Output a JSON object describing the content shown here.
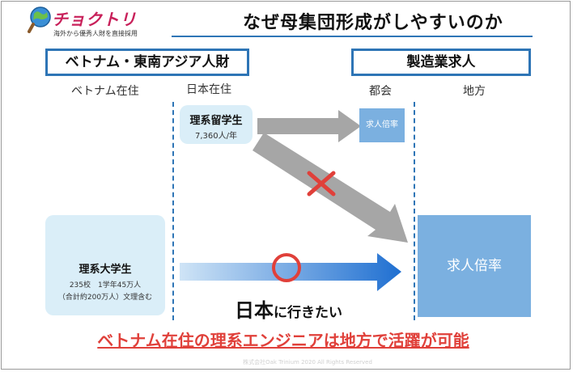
{
  "logo": {
    "name": "チョクトリ",
    "tagline": "海外から優秀人財を直接採用"
  },
  "title": "なぜ母集団形成がしやすいのか",
  "left_header": "ベトナム・東南アジア人財",
  "right_header": "製造業求人",
  "labels": {
    "vn_resident": "ベトナム在住",
    "jp_resident": "日本在住",
    "city": "都会",
    "rural": "地方"
  },
  "students_abroad": {
    "title": "理系留学生",
    "count": "7,360人/年"
  },
  "small_box": "求人倍率",
  "big_box": "求人倍率",
  "university": {
    "title": "理系大学生",
    "line1": "235校　1学年45万人",
    "line2": "（合計約200万人）文理含む"
  },
  "japan_msg": {
    "big": "日本",
    "rest": "に行きたい"
  },
  "conclusion": "ベトナム在住の理系エンジニアは地方で活躍が可能",
  "copyright": "株式会社Oak Trinium 2020 All Rights Reserved",
  "colors": {
    "accent": "#2e75b6",
    "red": "#e0403a",
    "arrow_gray": "#a6a6a6",
    "box_blue": "#7bb0e0",
    "pale": "#daeef8"
  }
}
